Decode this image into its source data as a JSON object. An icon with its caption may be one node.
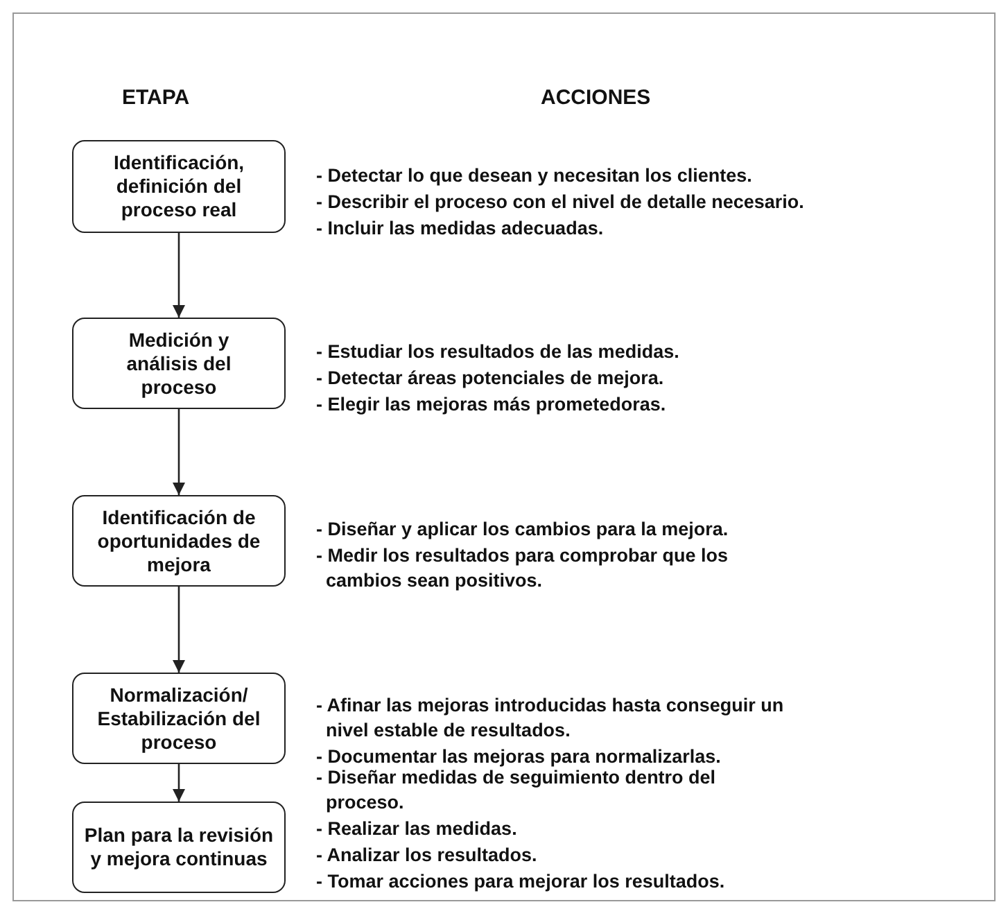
{
  "diagram": {
    "nodes": [
      {
        "text": [
          "Identificación, definición del proceso real"
        ],
        "beside": [
          "- Detectar lo que desean y necesitan los clientes.",
          "- Describir el proceso con el nivel de detalle necesario.",
          "- Incluir las medidas adecuadas."
        ]
      },
      {
        "text": [
          "Medición y análisis del proceso"
        ],
        "beside": [
          "- Estudiar los resultados de las medidas.",
          "- Detectar áreas potenciales de mejora.",
          "- Elegir las mejoras más prometedoras."
        ]
      },
      {
        "text": [
          "Identificación de oportunidades de mejora"
        ],
        "beside": [
          "- Diseñar y aplicar los cambios para la mejora.",
          "- Medir los resultados para comprobar que los cambios sean positivos."
        ]
      },
      {
        "text": [
          "Normalización/ Estabilización del proceso"
        ],
        "beside": [
          "- Afinar las mejoras introducidas hasta conseguir un nivel estable de resultados.",
          "- Documentar las mejoras para normalizarlas."
        ]
      },
      {
        "text": [
          "Plan para la revisión y mejora continuas"
        ],
        "beside": [
          "- Diseñar medidas de seguimiento dentro del proceso.",
          "- Realizar las medidas.",
          "- Analizar los resultados.",
          "- Tomar acciones para mejorar los resultados."
        ]
      }
    ],
    "edges": [
      {
        "from": 0,
        "to": 1,
        "arrow": "to"
      },
      {
        "from": 1,
        "to": 2,
        "arrow": "to"
      },
      {
        "from": 2,
        "to": 3,
        "arrow": "to"
      },
      {
        "from": 3,
        "to": 4,
        "arrow": "to"
      }
    ],
    "labels": [
      "ETAPA",
      "ACCIONES"
    ]
  }
}
